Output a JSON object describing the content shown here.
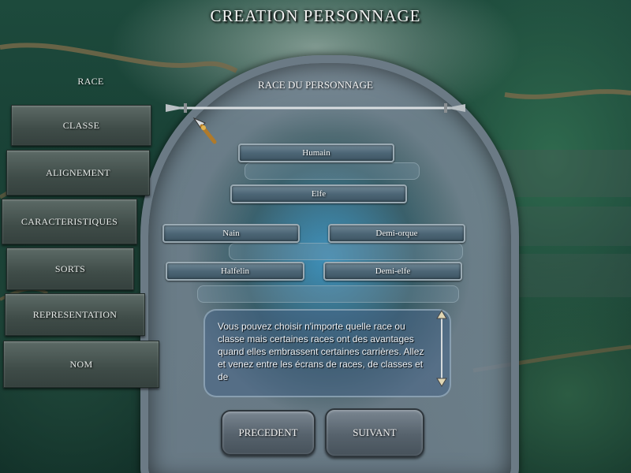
{
  "header": {
    "title": "CREATION PERSONNAGE"
  },
  "panel": {
    "subtitle": "RACE DU PERSONNAGE"
  },
  "tabs": [
    {
      "label": "RACE",
      "active": true
    },
    {
      "label": "CLASSE",
      "active": false
    },
    {
      "label": "ALIGNEMENT",
      "active": false
    },
    {
      "label": "CARACTERISTIQUES",
      "active": false
    },
    {
      "label": "SORTS",
      "active": false
    },
    {
      "label": "REPRESENTATION",
      "active": false
    },
    {
      "label": "NOM",
      "active": false
    }
  ],
  "races": [
    "Humain",
    "Elfe",
    "Nain",
    "Demi-orque",
    "Halfelin",
    "Demi-elfe"
  ],
  "description": "Vous pouvez choisir n'importe quelle race ou classe mais certaines races ont des avantages quand elles embrassent certaines carrières. Allez et venez entre les écrans de races, de classes et de",
  "navigation": {
    "previous_label": "PRECEDENT",
    "next_label": "SUIVANT"
  },
  "icons": {
    "cursor": "dagger-cursor-icon",
    "scroll_up": "arrow-up-icon",
    "scroll_down": "arrow-down-icon"
  },
  "colors": {
    "text": "#f2f2f2",
    "button": "#4d6676",
    "forest": "#1d4a3c"
  }
}
